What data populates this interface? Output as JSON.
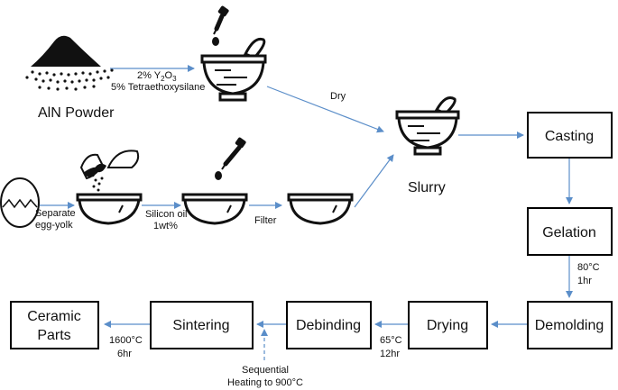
{
  "labels": {
    "aln_powder": "AlN Powder",
    "additive_1": "2% Y",
    "additive_1_sub": "2",
    "additive_1_mid": "O",
    "additive_1_sub2": "3",
    "additive_2": "5% Tetraethoxysilane",
    "dry": "Dry",
    "slurry": "Slurry",
    "separate_1": "Separate",
    "separate_2": "egg-yolk",
    "silicon_1": "Silicon oil",
    "silicon_2": "1wt%",
    "filter": "Filter",
    "gel_cond_1": "80°C",
    "gel_cond_2": "1hr",
    "dry_cond_1": "65°C",
    "dry_cond_2": "12hr",
    "sinter_cond_1": "1600°C",
    "sinter_cond_2": "6hr",
    "debind_note_1": "Sequential",
    "debind_note_2": "Heating to 900°C"
  },
  "boxes": {
    "casting": "Casting",
    "gelation": "Gelation",
    "demolding": "Demolding",
    "drying": "Drying",
    "debinding": "Debinding",
    "sintering": "Sintering",
    "ceramic_1": "Ceramic",
    "ceramic_2": "Parts"
  },
  "colors": {
    "arrow": "#5b8ec9",
    "ink": "#000000"
  }
}
